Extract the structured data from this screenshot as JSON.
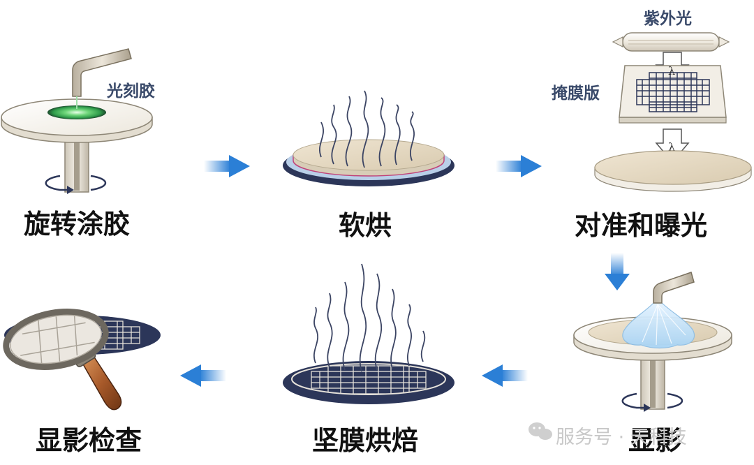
{
  "steps": [
    {
      "label": "旋转涂胶"
    },
    {
      "label": "软烘"
    },
    {
      "label": "对准和曝光"
    },
    {
      "label": "显影"
    },
    {
      "label": "坚膜烘焙"
    },
    {
      "label": "显影检查"
    }
  ],
  "annotations": {
    "photoresist": "光刻胶",
    "uv_light": "紫外光",
    "mask": "掩膜版",
    "lambda_symbol": "λ"
  },
  "watermark": {
    "text": "服务号 · 天科技",
    "icon": "wechat-icon"
  },
  "colors": {
    "wafer_top": "#f4f1ea",
    "wafer_edge": "#d8d2c4",
    "resist": "#e8dcc6",
    "navy": "#2c3659",
    "arrow": "#2b7fd6",
    "resist_green": "#6fcf7a"
  }
}
